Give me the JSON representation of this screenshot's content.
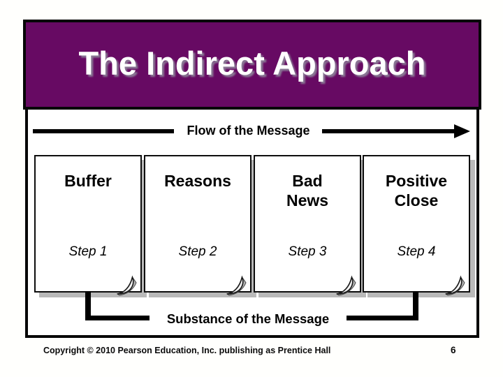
{
  "slide": {
    "title": "The Indirect Approach",
    "flow_label": "Flow of the Message",
    "substance_label": "Substance of the Message",
    "boxes": [
      {
        "title": "Buffer",
        "step": "Step 1"
      },
      {
        "title": "Reasons",
        "step": "Step 2"
      },
      {
        "title": "Bad\nNews",
        "step": "Step 3"
      },
      {
        "title": "Positive\nClose",
        "step": "Step 4"
      }
    ],
    "footer": {
      "copyright": "Copyright © 2010 Pearson Education, Inc. publishing as Prentice Hall",
      "page_number": "6"
    },
    "colors": {
      "header_purple": "#670a63",
      "border_black": "#060606",
      "shadow_gray": "#b9b9b9"
    }
  }
}
